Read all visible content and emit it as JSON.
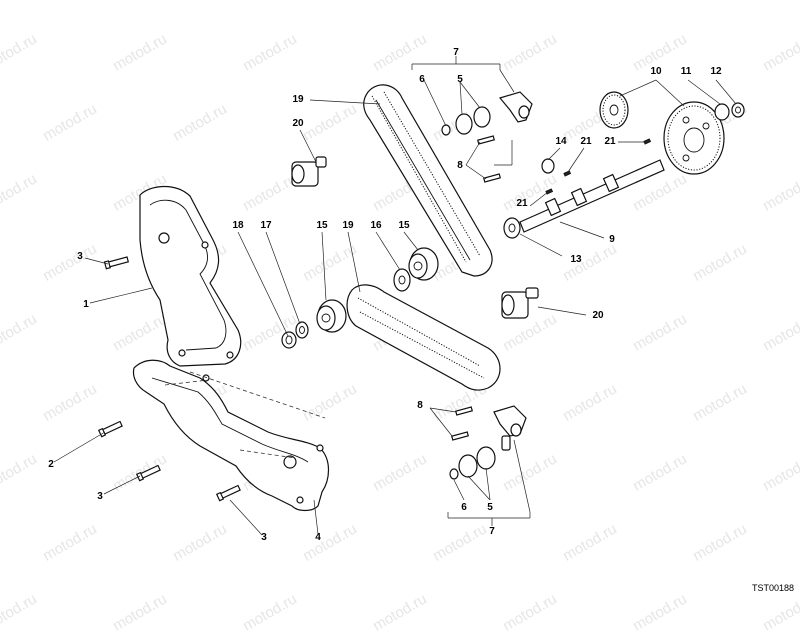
{
  "watermark_text": "motod.ru",
  "drawing_code": "TST00188",
  "callouts": {
    "c1": "1",
    "c2": "2",
    "c3a": "3",
    "c3b": "3",
    "c3c": "3",
    "c4": "4",
    "c5a": "5",
    "c5b": "5",
    "c6a": "6",
    "c6b": "6",
    "c7a": "7",
    "c7b": "7",
    "c8a": "8",
    "c8b": "8",
    "c9": "9",
    "c10": "10",
    "c11": "11",
    "c12": "12",
    "c13": "13",
    "c14": "14",
    "c15a": "15",
    "c15b": "15",
    "c16": "16",
    "c17": "17",
    "c18": "18",
    "c19a": "19",
    "c19b": "19",
    "c20a": "20",
    "c20b": "20",
    "c21a": "21",
    "c21b": "21",
    "c21c": "21"
  }
}
